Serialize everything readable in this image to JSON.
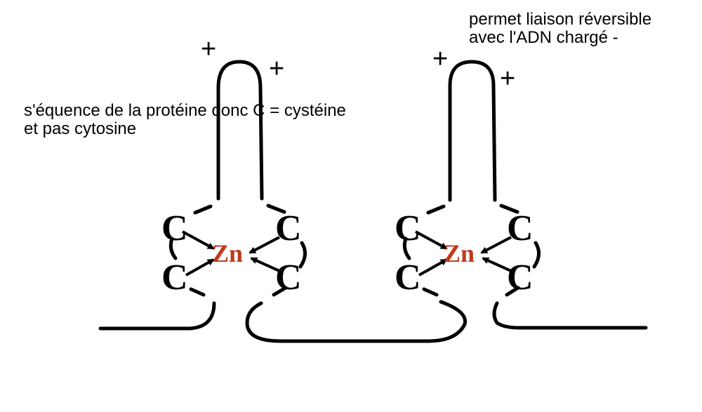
{
  "notes": {
    "left_line1": "s'équence de la protéine donc C = cystéine",
    "left_line2": "et pas cytosine",
    "right_line1": "permet liaison réversible",
    "right_line2": "avec l'ADN chargé -"
  },
  "labels": {
    "plus": "+",
    "cysteine": "C",
    "zinc": "Zn"
  },
  "colors": {
    "zinc": "#c0391b",
    "line": "#000000"
  }
}
